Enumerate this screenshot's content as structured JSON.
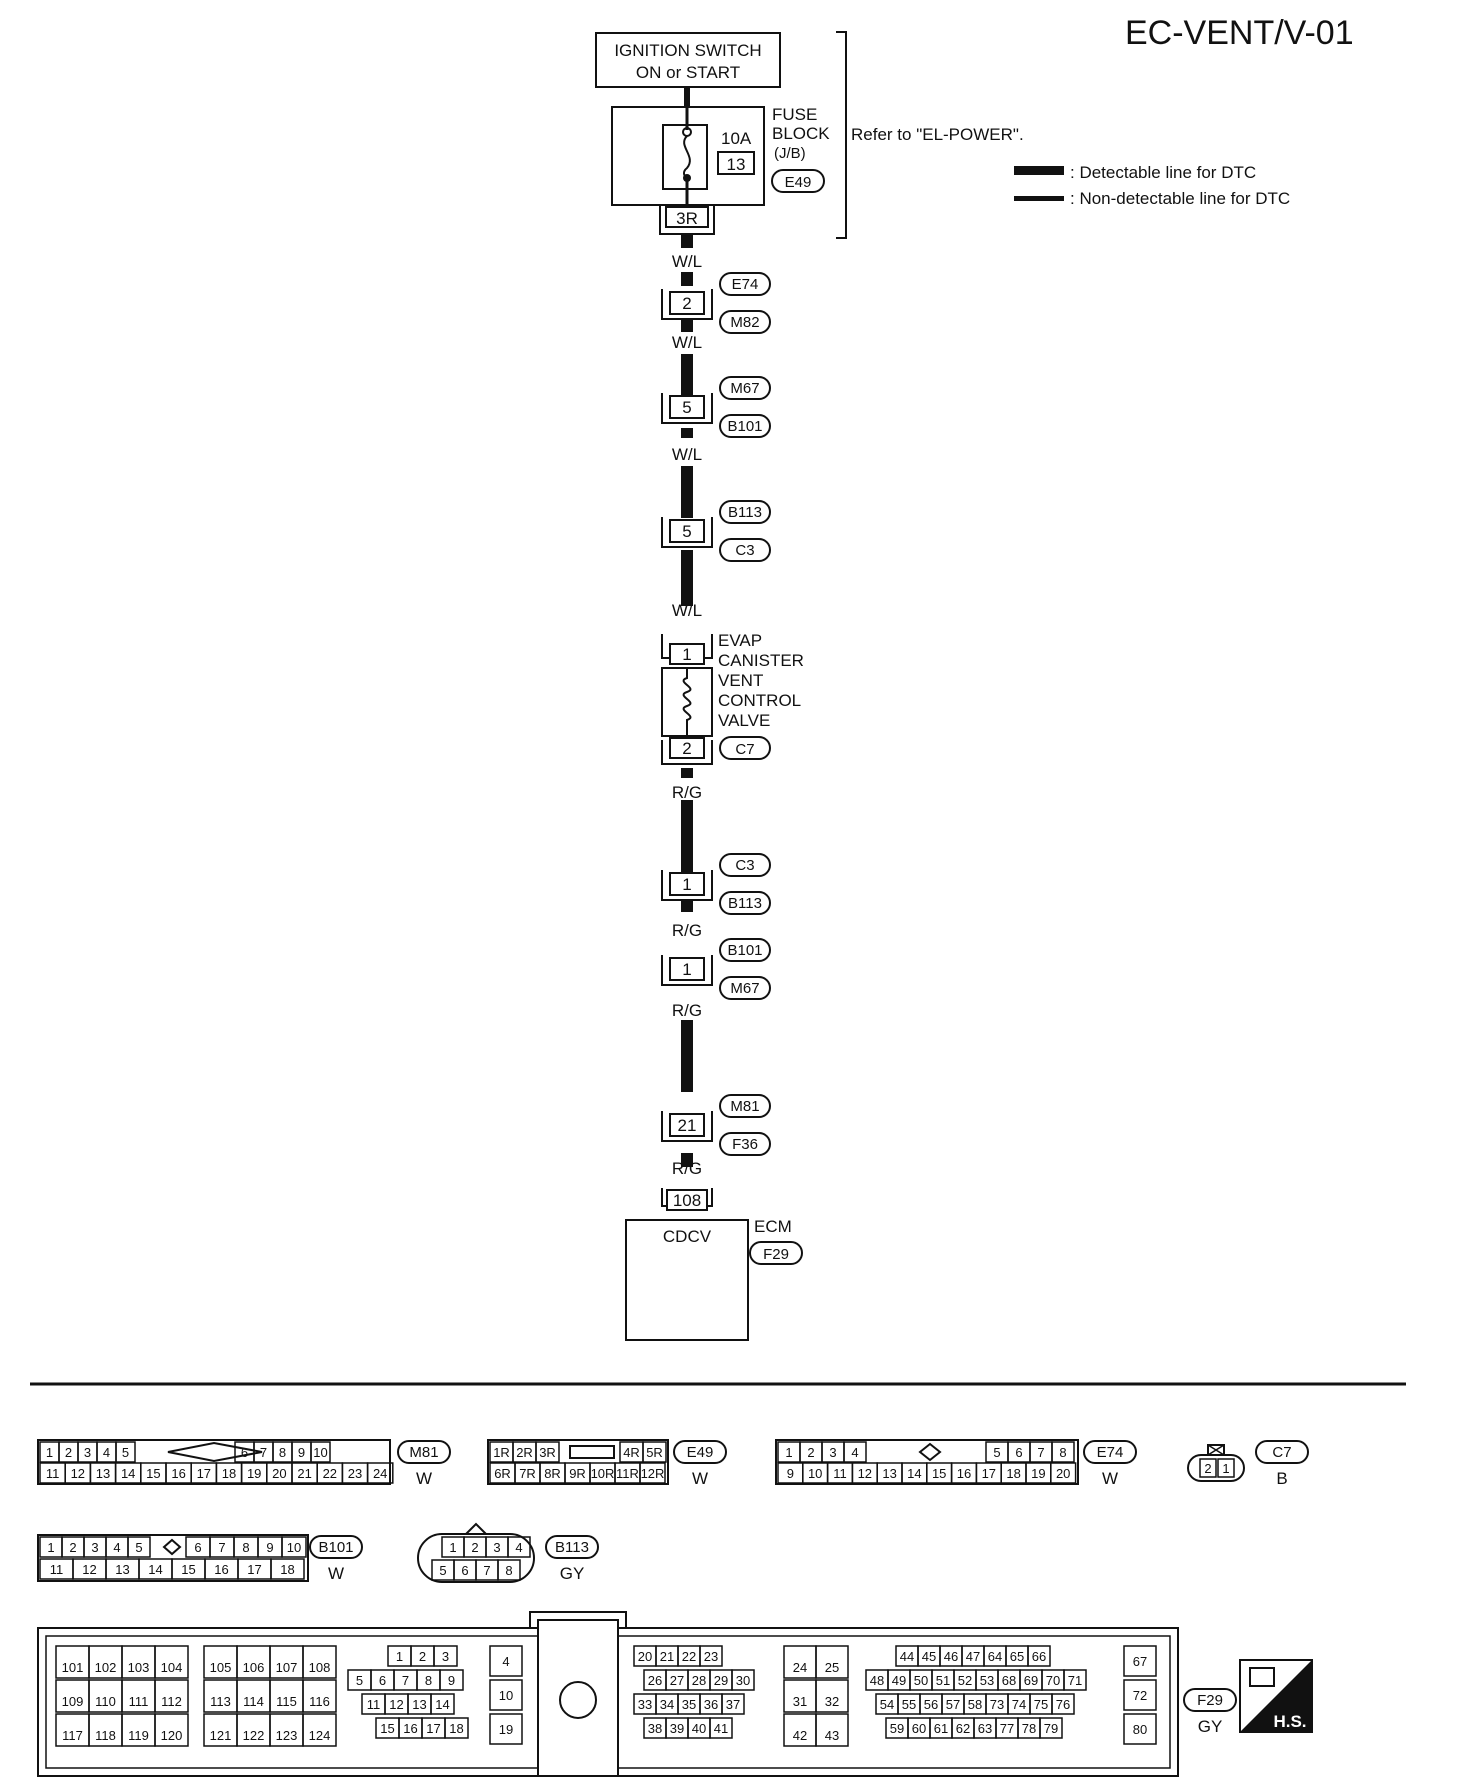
{
  "header": {
    "title": "EC-VENT/V-01"
  },
  "legend": {
    "detectable": ": Detectable line for DTC",
    "non_detectable": ": Non-detectable line for DTC"
  },
  "ignition": {
    "line1": "IGNITION SWITCH",
    "line2": "ON or START"
  },
  "fuse": {
    "amp": "10A",
    "number": "13",
    "label1": "FUSE",
    "label2": "BLOCK",
    "label3": "(J/B)",
    "connector": "E49",
    "terminal": "3R",
    "refer": "Refer to \"EL-POWER\"."
  },
  "wires": [
    "W/L",
    "W/L",
    "W/L",
    "W/L",
    "R/G",
    "R/G",
    "R/G",
    "R/G"
  ],
  "junctions": [
    {
      "pin": "2",
      "top": "E74",
      "bottom": "M82"
    },
    {
      "pin": "5",
      "top": "M67",
      "bottom": "B101"
    },
    {
      "pin": "5",
      "top": "B113",
      "bottom": "C3"
    },
    {
      "pin": "1",
      "top": "C3",
      "bottom": "B113"
    },
    {
      "pin": "1",
      "top": "B101",
      "bottom": "M67"
    },
    {
      "pin": "21",
      "top": "M81",
      "bottom": "F36"
    }
  ],
  "valve": {
    "pin_top": "1",
    "pin_bottom": "2",
    "connector": "C7",
    "label": [
      "EVAP",
      "CANISTER",
      "VENT",
      "CONTROL",
      "VALVE"
    ]
  },
  "ecm": {
    "pin": "108",
    "signal": "CDCV",
    "label": "ECM",
    "connector": "F29"
  },
  "connector_views": {
    "m81": {
      "id": "M81",
      "color": "W",
      "top": [
        "1",
        "2",
        "3",
        "4",
        "5",
        "6",
        "7",
        "8",
        "9",
        "10"
      ],
      "bottom": [
        "11",
        "12",
        "13",
        "14",
        "15",
        "16",
        "17",
        "18",
        "19",
        "20",
        "21",
        "22",
        "23",
        "24"
      ]
    },
    "e49": {
      "id": "E49",
      "color": "W",
      "top": [
        "1R",
        "2R",
        "3R",
        "4R",
        "5R"
      ],
      "bottom": [
        "6R",
        "7R",
        "8R",
        "9R",
        "10R",
        "11R",
        "12R"
      ]
    },
    "e74": {
      "id": "E74",
      "color": "W",
      "top": [
        "1",
        "2",
        "3",
        "4",
        "5",
        "6",
        "7",
        "8"
      ],
      "bottom": [
        "9",
        "10",
        "11",
        "12",
        "13",
        "14",
        "15",
        "16",
        "17",
        "18",
        "19",
        "20"
      ]
    },
    "c7": {
      "id": "C7",
      "color": "B",
      "pins": [
        "2",
        "1"
      ]
    },
    "b101": {
      "id": "B101",
      "color": "W",
      "top": [
        "1",
        "2",
        "3",
        "4",
        "5",
        "6",
        "7",
        "8",
        "9",
        "10"
      ],
      "bottom": [
        "11",
        "12",
        "13",
        "14",
        "15",
        "16",
        "17",
        "18"
      ]
    },
    "b113": {
      "id": "B113",
      "color": "GY",
      "top": [
        "1",
        "2",
        "3",
        "4"
      ],
      "bottom": [
        "5",
        "6",
        "7",
        "8"
      ]
    },
    "f29": {
      "id": "F29",
      "color": "GY",
      "hs": "H.S.",
      "g1": [
        [
          "101",
          "102",
          "103",
          "104"
        ],
        [
          "109",
          "110",
          "111",
          "112"
        ],
        [
          "117",
          "118",
          "119",
          "120"
        ]
      ],
      "g2": [
        [
          "105",
          "106",
          "107",
          "108"
        ],
        [
          "113",
          "114",
          "115",
          "116"
        ],
        [
          "121",
          "122",
          "123",
          "124"
        ]
      ],
      "g3": [
        [
          "1",
          "2",
          "3"
        ],
        [
          "5",
          "6",
          "7",
          "8",
          "9"
        ],
        [
          "11",
          "12",
          "13",
          "14"
        ],
        [
          "15",
          "16",
          "17",
          "18"
        ]
      ],
      "g4": [
        "4",
        "10",
        "19"
      ],
      "g5": [
        [
          "20",
          "21",
          "22",
          "23"
        ],
        [
          "26",
          "27",
          "28",
          "29",
          "30"
        ],
        [
          "33",
          "34",
          "35",
          "36",
          "37"
        ],
        [
          "38",
          "39",
          "40",
          "41"
        ]
      ],
      "g6": [
        [
          "24",
          "25"
        ],
        [
          "31",
          "32"
        ],
        [
          "42",
          "43"
        ]
      ],
      "g7": [
        [
          "44",
          "45",
          "46",
          "47",
          "64",
          "65",
          "66"
        ],
        [
          "48",
          "49",
          "50",
          "51",
          "52",
          "53",
          "68",
          "69",
          "70",
          "71"
        ],
        [
          "54",
          "55",
          "56",
          "57",
          "58",
          "73",
          "74",
          "75",
          "76"
        ],
        [
          "59",
          "60",
          "61",
          "62",
          "63",
          "77",
          "78",
          "79"
        ]
      ],
      "g8": [
        "67",
        "72",
        "80"
      ]
    }
  }
}
